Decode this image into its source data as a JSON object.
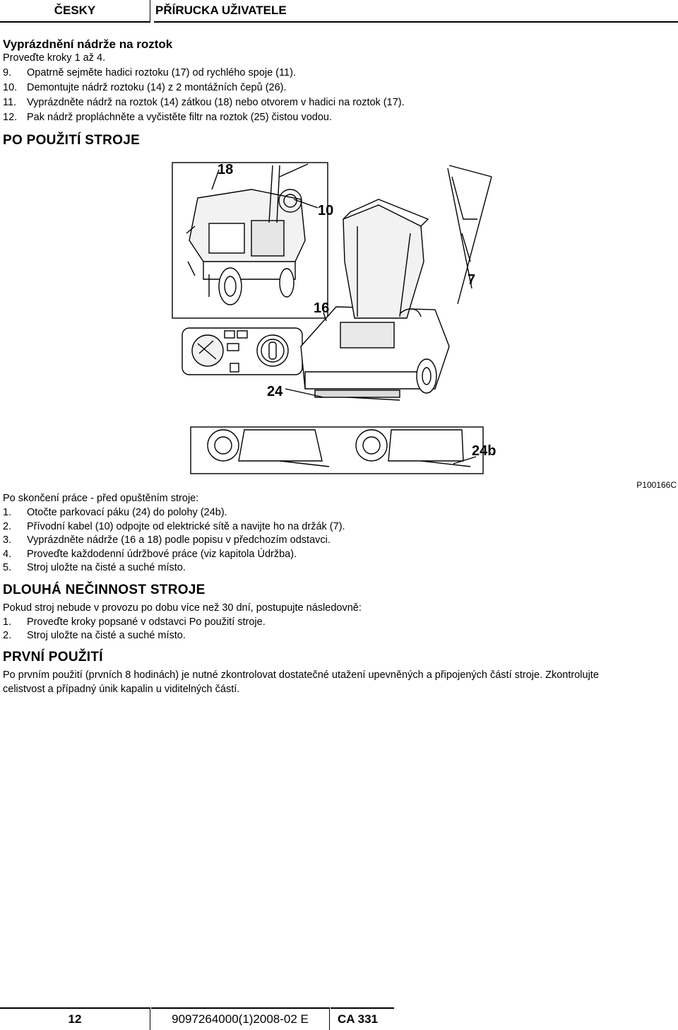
{
  "header": {
    "language": "ČESKY",
    "manual": "PŘÍRUCKA UŽIVATELE"
  },
  "drain": {
    "title": "Vyprázdnění nádrže na roztok",
    "intro": "Proveďte kroky 1 až 4.",
    "steps": [
      {
        "n": "9.",
        "text": "Opatrně sejměte hadici roztoku (17) od rychlého spoje (11)."
      },
      {
        "n": "10.",
        "text": "Demontujte nádrž roztoku (14) z 2 montážních čepů (26)."
      },
      {
        "n": "11.",
        "text": "Vyprázdněte nádrž na roztok (14) zátkou (18) nebo otvorem v hadici na roztok (17)."
      },
      {
        "n": "12.",
        "text": "Pak nádrž propláchněte a vyčistěte filtr na roztok (25) čistou vodou."
      }
    ]
  },
  "after_use": {
    "title": "PO POUŽITÍ STROJE",
    "figure": {
      "code": "P100166C",
      "labels": [
        "18",
        "10",
        "7",
        "16",
        "24",
        "24b"
      ]
    },
    "intro": "Po skončení práce - před opuštěním stroje:",
    "steps": [
      {
        "n": "1.",
        "text": "Otočte parkovací páku (24) do polohy (24b)."
      },
      {
        "n": "2.",
        "text": "Přívodní kabel (10) odpojte od elektrické sítě a navijte ho na držák (7)."
      },
      {
        "n": "3.",
        "text": "Vyprázdněte nádrže (16 a 18) podle popisu v předchozím odstavci."
      },
      {
        "n": "4.",
        "text": "Proveďte každodenní údržbové práce (viz kapitola Údržba)."
      },
      {
        "n": "5.",
        "text": "Stroj uložte na čisté a suché místo."
      }
    ]
  },
  "inactivity": {
    "title": "DLOUHÁ NEČINNOST STROJE",
    "intro": "Pokud stroj nebude v provozu po dobu více než 30 dní, postupujte následovně:",
    "steps": [
      {
        "n": "1.",
        "text": "Proveďte kroky popsané v odstavci Po použití stroje."
      },
      {
        "n": "2.",
        "text": "Stroj uložte na čisté a suché místo."
      }
    ]
  },
  "first_use": {
    "title": "PRVNÍ POUŽITÍ",
    "line1": "Po prvním použití (prvních 8 hodinách) je nutné zkontrolovat dostatečné utažení upevněných a připojených částí stroje. Zkontrolujte",
    "line2": "celistvost a případný únik kapalin u viditelných částí."
  },
  "footer": {
    "page": "12",
    "doc": "9097264000(1)2008-02 E",
    "model": "CA 331"
  }
}
